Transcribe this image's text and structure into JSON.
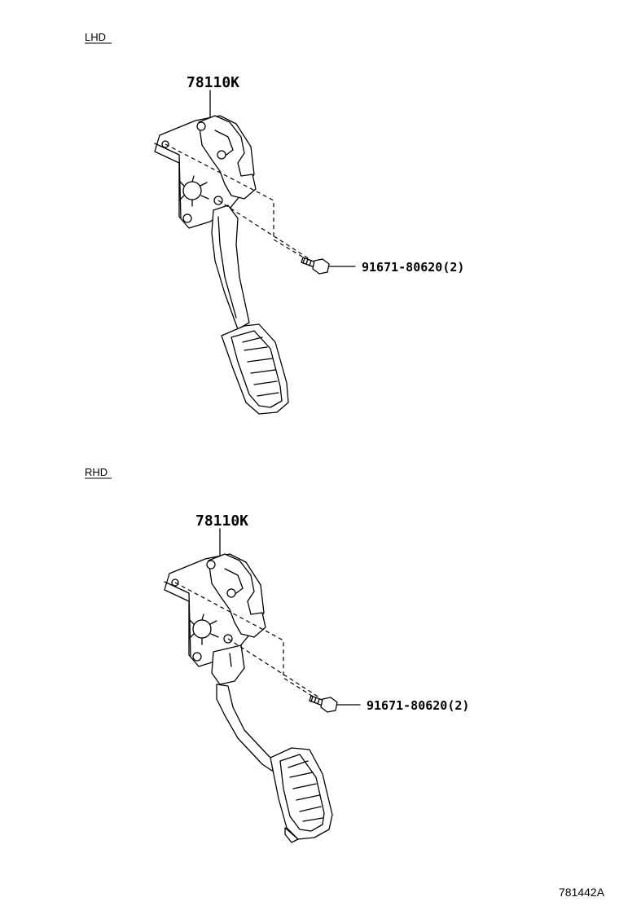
{
  "sections": [
    {
      "id": "lhd",
      "label": "LHD",
      "part_label": "78110K",
      "bolt_label": "91671-80620(2)"
    },
    {
      "id": "rhd",
      "label": "RHD",
      "part_label": "78110K",
      "bolt_label": "91671-80620(2)"
    }
  ],
  "figure_id": "781442A"
}
